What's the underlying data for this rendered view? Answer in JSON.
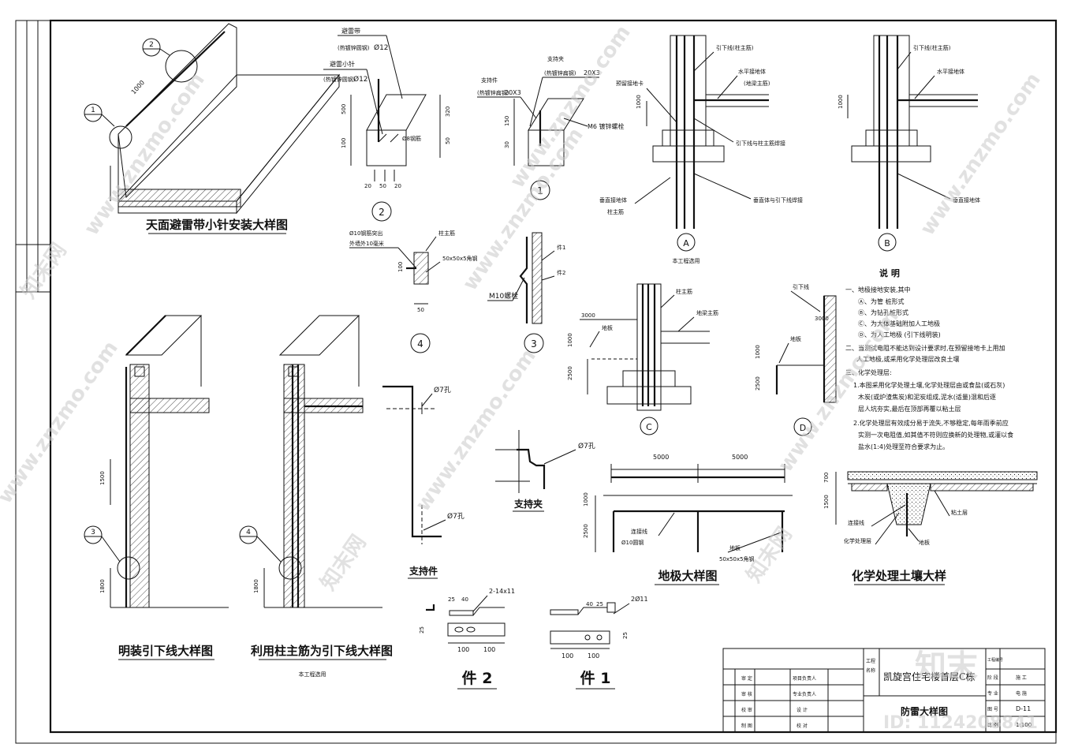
{
  "titles": {
    "roof": "天面避雷带小针安装大样图",
    "exposed": "明装引下线大样图",
    "column": "利用柱主筋为引下线大样图",
    "column_note": "本工程选用",
    "grounding": "地极大样图",
    "chemical": "化学处理土壤大样",
    "support_clip": "支持夹",
    "support_part": "支持件",
    "part1": "件 1",
    "part2": "件 2",
    "sheet_title": "防雷大样图",
    "project": "凯旋宫住宅楼首层C栋",
    "a_note": "本工程选用"
  },
  "callouts": {
    "c1": "1",
    "c2": "2",
    "c3": "3",
    "c4": "4",
    "cA": "A",
    "cB": "B",
    "cC": "C",
    "cD": "D"
  },
  "labels": {
    "lightning_belt": "避雷带",
    "lightning_needle": "避雷小针",
    "galv_steel": "(热镀锌圆钢)",
    "phi12": "Ø12",
    "phi8": "Ø8钢筋",
    "support_clip_lbl": "支持夹",
    "support_part_lbl": "支持件",
    "galv_flat": "(热镀锌扁钢)",
    "flat20x3": "20X3",
    "m6": "M6 镀锌螺栓",
    "down_lead_col": "引下线(柱主筋)",
    "preset_card": "预留接地卡",
    "horiz_ground": "水平接地体",
    "beam_rebar": "(地梁主筋)",
    "weld_note": "引下线与柱主筋焊接",
    "vert_ground": "垂直接地体",
    "col_rebar": "柱主筋",
    "vert_weld": "垂直体与引下线焊接",
    "phi10_note": "Ø10钢筋突出",
    "wall_note": "外墙外10毫米",
    "angle50": "50x50x5角钢",
    "part1_lbl": "件1",
    "part2_lbl": "件2",
    "m10": "M10螺栓",
    "ground_plate": "地板",
    "grade_beam": "地梁主筋",
    "down_lead": "引下线",
    "phi7": "Ø7孔",
    "connect_line": "连接线",
    "phi10_round": "Ø10圆钢",
    "chem_layer": "化学处理层",
    "soil_layer": "粘土层",
    "part2_spec": "2-14x11",
    "part1_spec": "2Ø11"
  },
  "dims": {
    "d1000": "1000",
    "d500": "500",
    "d100": "100",
    "d320": "320",
    "d50": "50",
    "d150": "150",
    "d30": "30",
    "d20": "20",
    "d3000": "3000",
    "d2500": "2500",
    "d1500": "1500",
    "d1800": "1800",
    "d5000": "5000",
    "d700": "700",
    "d25": "25",
    "d40": "40"
  },
  "notes": {
    "heading": "说    明",
    "n1": "一、地极接地安装,其中",
    "n1a": "Ⓐ、为管 桩形式",
    "n1b": "Ⓑ、为钻孔桩形式",
    "n1c": "Ⓒ、为大体基础附加人工地极",
    "n1d": "Ⓓ、为人工地极 (引下线明装)",
    "n2a": "二、当测试电阻不能达到设计要求时,在预留接地卡上用加",
    "n2b": "人工地极,或采用化学处理层改良土壤",
    "n3": "三、化学处理层:",
    "n3a1": "1.本图采用化学处理土壤,化学处理层由或食盐(或石灰)",
    "n3a2": "木炭(或炉渣焦炭)和泥炭组成,泥水(适量)混和后逐",
    "n3a3": "层人坑夯实,最后在顶部再覆以粘土层",
    "n3b1": "2.化学处理层有效成分易于流失,不够稳定,每年雨季前应",
    "n3b2": "实测一次电阻值,如其值不符则应换新的处理物,或灌以食",
    "n3b3": "盐水(1:4)处理至符合要求为止。"
  },
  "title_block": {
    "r_approve": "审 定",
    "r_review": "审 核",
    "r_check": "校 审",
    "r_design_lead": "项目负责人",
    "r_disc_lead": "专业负责人",
    "r_design": "设 计",
    "r_drawing": "制 图",
    "r_draw_check": "校 对",
    "proj_lbl1": "工程",
    "proj_lbl2": "名称",
    "stage_lbl": "阶 段",
    "stage_val": "施 工",
    "disc_lbl": "专 业",
    "disc_val": "电 施",
    "no_lbl": "图 号",
    "no_val": "D-11",
    "scale_lbl": "比 例",
    "scale_val": "1:100",
    "proj_no": "工程编号"
  },
  "watermark": {
    "site": "www.znzmo.com",
    "brand": "知末网",
    "logo": "知末",
    "id": "ID: 1124208841"
  }
}
